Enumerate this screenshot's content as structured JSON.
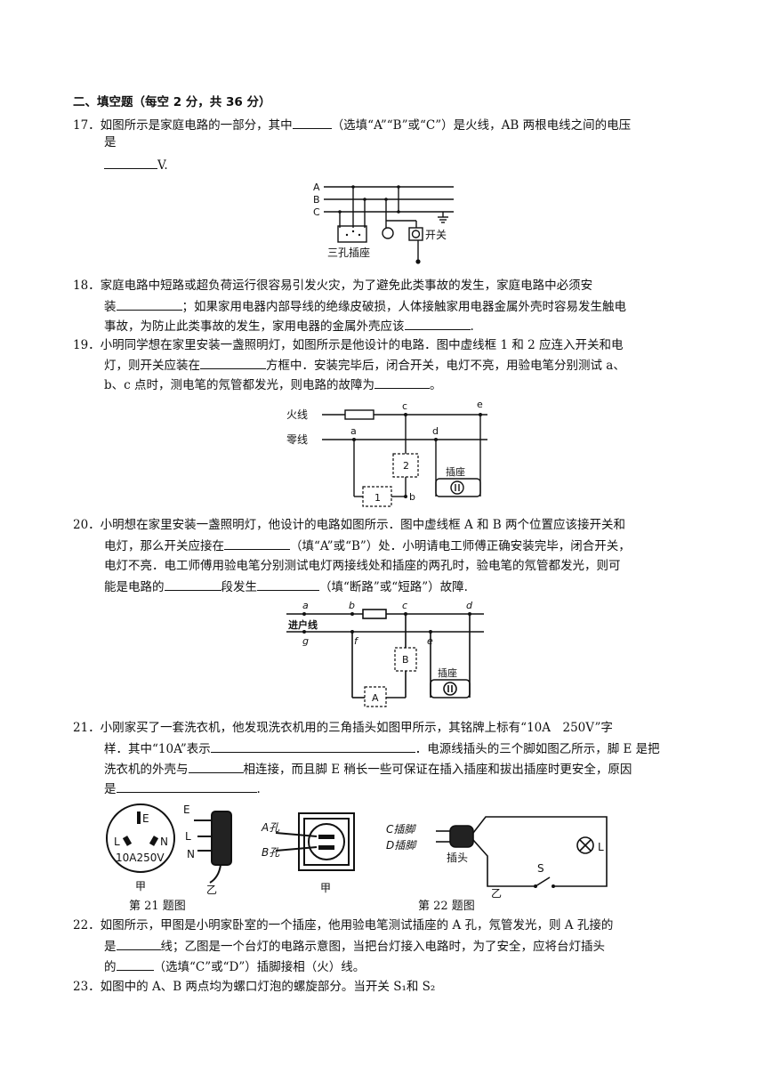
{
  "section_title": "二、填空题（每空 2 分，共 36 分）",
  "q17": {
    "line1a": "17．如图所示是家庭电路的一部分，其中",
    "line1b": "（选填“A”“B”或“C”）是火线，AB 两根电线之间的电压",
    "line2": "是",
    "line3": "V.",
    "fig": {
      "A": "A",
      "B": "B",
      "C": "C",
      "socket": "三孔插座",
      "switch": "开关"
    }
  },
  "q18": {
    "l1": "18．家庭电路中短路或超负荷运行很容易引发火灾，为了避免此类事故的发生，家庭电路中必须安",
    "l2a": "装",
    "l2b": "；如果家用电器内部导线的绝缘皮破损，人体接触家用电器金属外壳时容易发生触电",
    "l3a": "事故，为防止此类事故的发生，家用电器的金属外壳应该",
    "l3b": "."
  },
  "q19": {
    "l1": "19．小明同学想在家里安装一盏照明灯，如图所示是他设计的电路．图中虚线框 1 和 2 应连入开关和电",
    "l2a": "灯，则开关应装在",
    "l2b": "方框中．安装完毕后，闭合开关，电灯不亮，用验电笔分别测试 a、",
    "l3a": "b、c 点时，测电笔的氖管都发光，则电路的故障为",
    "l3b": "。",
    "fig": {
      "live": "火线",
      "neutral": "零线",
      "a": "a",
      "b": "b",
      "c": "c",
      "d": "d",
      "e": "e",
      "box1": "1",
      "box2": "2",
      "socket": "插座"
    }
  },
  "q20": {
    "l1": "20．小明想在家里安装一盏照明灯，他设计的电路如图所示．图中虚线框 A 和 B 两个位置应该接开关和",
    "l2a": "电灯，那么开关应接在",
    "l2b": "（填“A”或“B”）处．小明请电工师傅正确安装完毕，闭合开关，",
    "l3": "电灯不亮．电工师傅用验电笔分别测试电灯两接线处和插座的两孔时，验电笔的氖管都发光，则可",
    "l4a": "能是电路的",
    "l4b": "段发生",
    "l4c": "（填“断路”或“短路”）故障.",
    "fig": {
      "a": "a",
      "b": "b",
      "c": "c",
      "d": "d",
      "g": "g",
      "f": "f",
      "e": "e",
      "inlet": "进户线",
      "boxA": "A",
      "boxB": "B",
      "socket": "插座"
    }
  },
  "q21": {
    "l1": "21．小刚家买了一套洗衣机，他发现洗衣机用的三角插头如图甲所示，其铭牌上标有“10A　250V”字",
    "l2a": "样．其中“10A”表示",
    "l2b": "．电源线插头的三个脚如图乙所示，脚 E 是把",
    "l3a": "洗衣机的外壳与",
    "l3b": "相连接，而且脚 E 稍长一些可保证在插入插座和拔出插座时更安全，原因",
    "l4a": "是",
    "l4b": ".",
    "fig": {
      "E": "E",
      "L": "L",
      "N": "N",
      "rating": "10A250V",
      "jia": "甲",
      "yi": "乙"
    },
    "caption": "第 21 题图"
  },
  "q22fig": {
    "holeA": "A孔",
    "holeB": "B孔",
    "jia": "甲",
    "pinC": "C插脚",
    "pinD": "D插脚",
    "plug": "插头",
    "S": "S",
    "L": "L",
    "yi": "乙",
    "caption": "第 22 题图"
  },
  "q22": {
    "l1": "22．如图所示，甲图是小明家卧室的一个插座，他用验电笔测试插座的 A 孔，氖管发光，则 A 孔接的",
    "l2a": "是",
    "l2b": "线；乙图是一个台灯的电路示意图，当把台灯接入电路时，为了安全，应将台灯插头",
    "l3a": "的",
    "l3b": "（选填“C”或“D”）插脚接相（火）线。"
  },
  "q23": {
    "l1": "23．如图中的 A、B 两点均为螺口灯泡的螺旋部分。当开关 S₁和 S₂"
  }
}
